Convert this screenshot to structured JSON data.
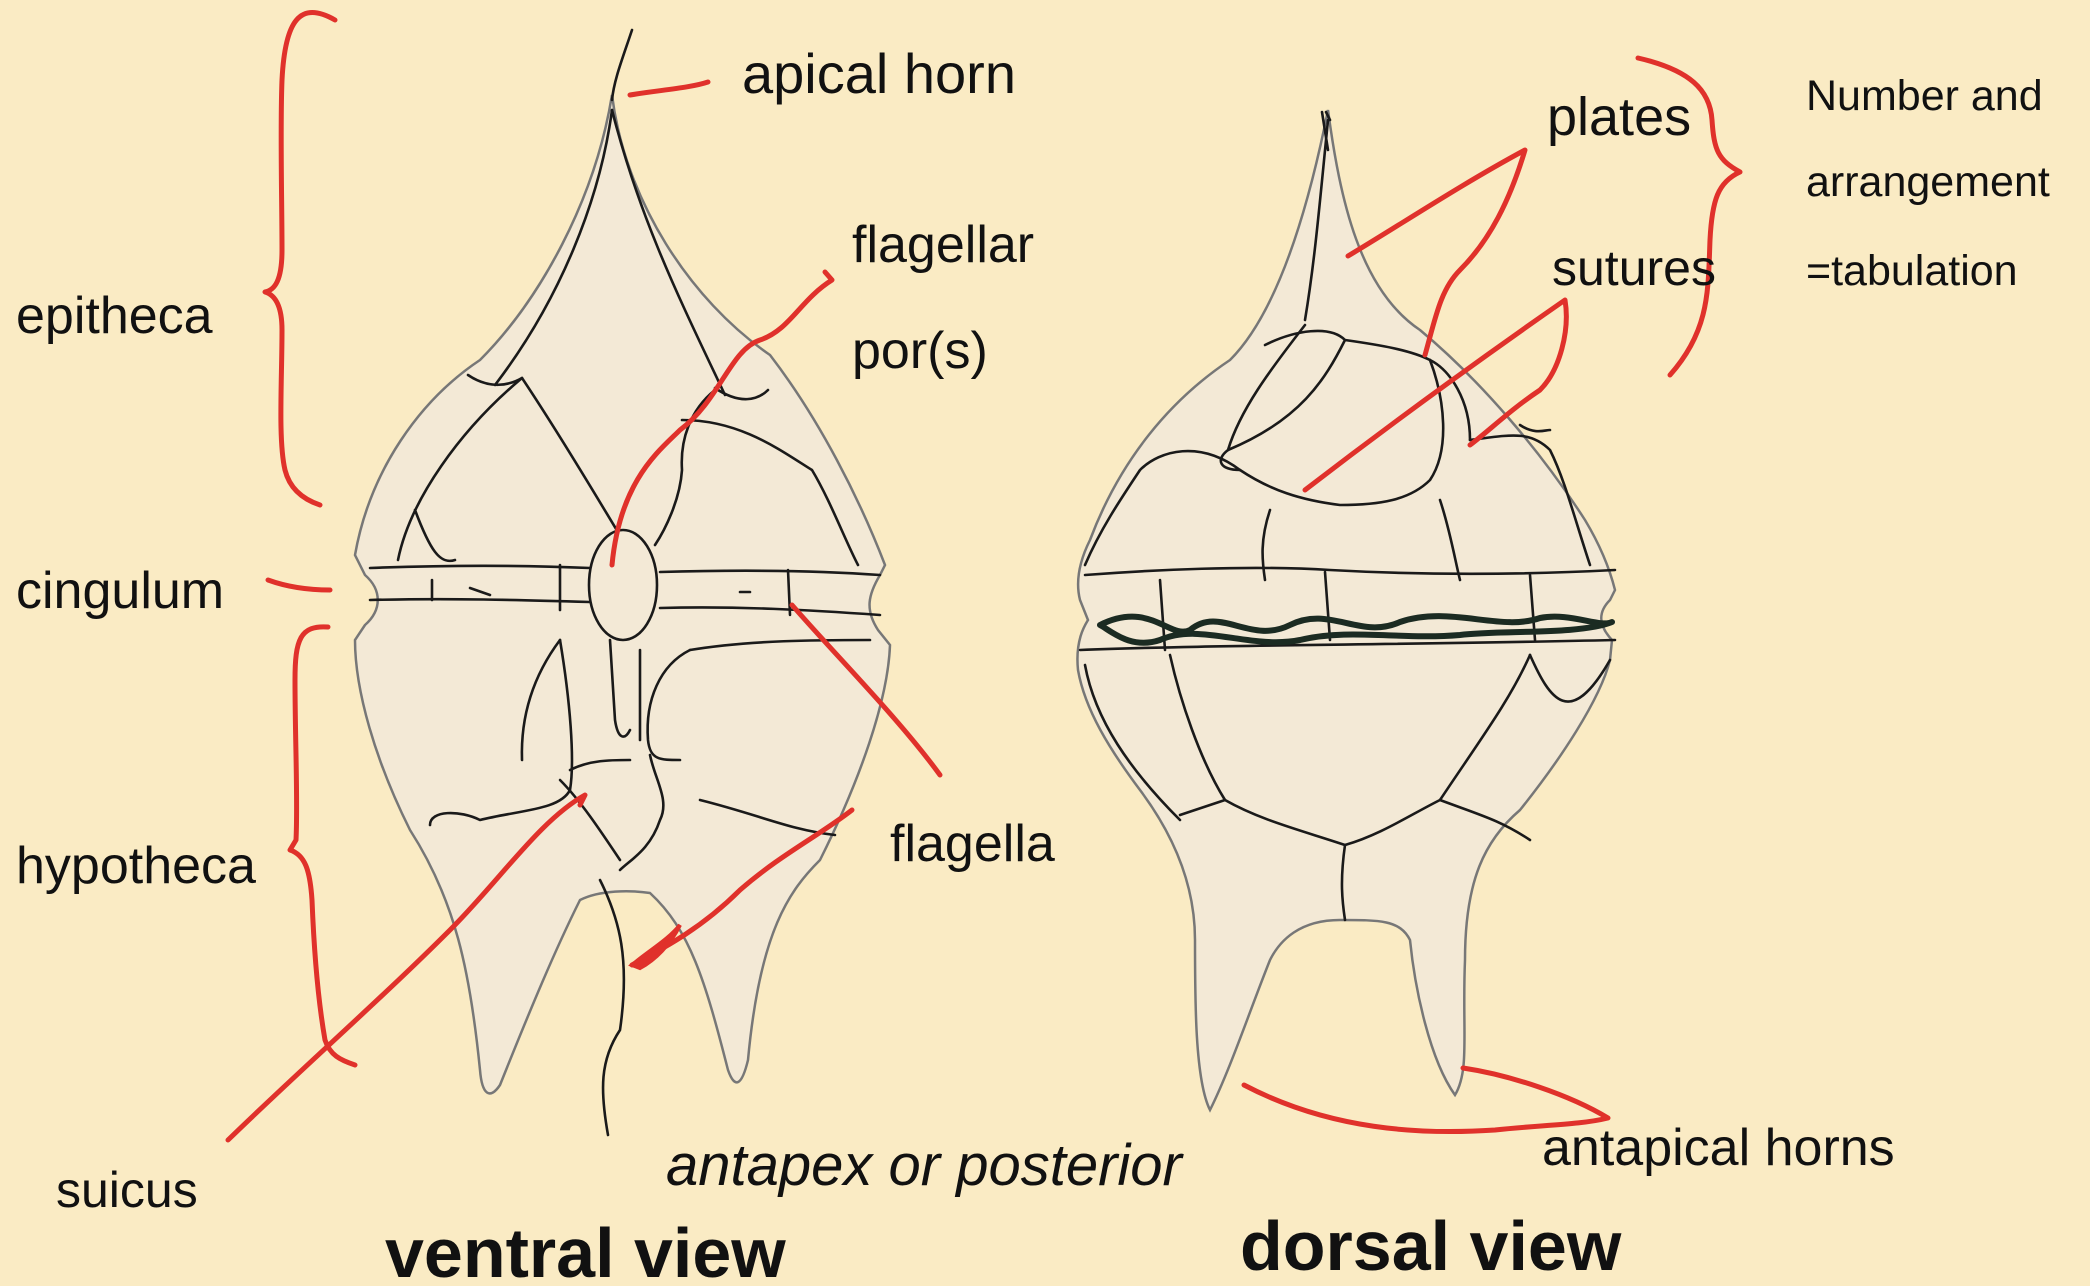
{
  "labels": {
    "apical_horn": "apical horn",
    "flagellar": "flagellar",
    "pores": "por(s)",
    "epitheca": "epitheca",
    "cingulum": "cingulum",
    "hypotheca": "hypotheca",
    "flagella": "flagella",
    "sulcus": "suicus",
    "antapex": "antapex or posterior",
    "ventral_view": "ventral view",
    "plates": "plates",
    "sutures": "sutures",
    "number_and": "Number and",
    "arrangement": "arrangement",
    "tabulation": "=tabulation",
    "dorsal_view": "dorsal view",
    "antapical_horns": "antapical horns"
  },
  "colors": {
    "background": "#faebc4",
    "cell_fill": "#f3e9d6",
    "annotation": "#e0312b",
    "line": "#1a1a1a"
  }
}
